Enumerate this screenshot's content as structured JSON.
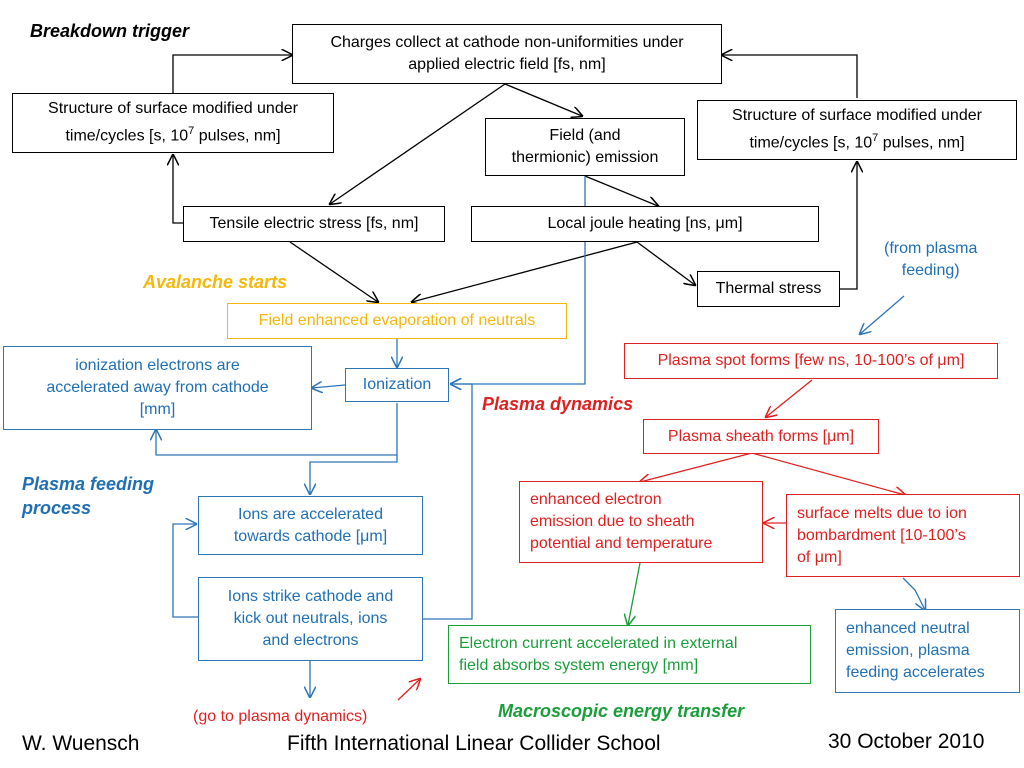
{
  "labels": {
    "breakdown_trigger": "Breakdown trigger",
    "avalanche_starts": "Avalanche starts",
    "plasma_dynamics": "Plasma dynamics",
    "plasma_feeding_line1": "Plasma feeding",
    "plasma_feeding_line2": "process",
    "macroscopic": "Macroscopic energy transfer"
  },
  "boxes": {
    "charges_l1": "Charges collect at cathode non-uniformities under",
    "charges_l2": "applied electric field [fs, nm]",
    "surface_left_l1": "Structure of surface modified under",
    "surface_left_l2_pre": "time/cycles [s, 10",
    "surface_left_sup": "7",
    "surface_left_l2_post": " pulses, nm]",
    "field_emission_l1": "Field (and",
    "field_emission_l2": "thermionic) emission",
    "surface_right_l1": "Structure of surface modified under",
    "surface_right_l2_pre": "time/cycles [s, 10",
    "surface_right_sup": "7",
    "surface_right_l2_post": " pulses, nm]",
    "tensile": "Tensile electric stress [fs, nm]",
    "joule": "Local joule heating [ns, μm]",
    "thermal": "Thermal stress",
    "evaporation": "Field enhanced evaporation of neutrals",
    "ionization": "Ionization",
    "ionization_electrons_l1": "ionization electrons are",
    "ionization_electrons_l2": "accelerated away from cathode",
    "ionization_electrons_l3": "[mm]",
    "ions_accelerated_l1": "Ions are accelerated",
    "ions_accelerated_l2": "towards cathode [μm]",
    "ions_strike_l1": "Ions strike cathode and",
    "ions_strike_l2": "kick out neutrals, ions",
    "ions_strike_l3": "and electrons",
    "plasma_spot": "Plasma spot forms [few ns, 10-100’s of μm]",
    "plasma_sheath": "Plasma sheath forms [μm]",
    "enhanced_electron_l1": "enhanced electron",
    "enhanced_electron_l2": "emission due to sheath",
    "enhanced_electron_l3": "potential and temperature",
    "surface_melts_l1": "surface melts due to ion",
    "surface_melts_l2": "bombardment [10-100’s",
    "surface_melts_l3": "of μm]",
    "electron_current_l1": "Electron current accelerated in external",
    "electron_current_l2": "field absorbs system energy [mm]",
    "enhanced_neutral_l1": "enhanced neutral",
    "enhanced_neutral_l2": "emission, plasma",
    "enhanced_neutral_l3": "feeding accelerates"
  },
  "notes": {
    "from_plasma_l1": "(from plasma",
    "from_plasma_l2": "feeding)",
    "go_to_plasma": "(go to plasma dynamics)"
  },
  "footer": {
    "author": "W. Wuensch",
    "event": "Fifth International Linear Collider School",
    "date": "30 October 2010"
  },
  "colors": {
    "black": "#000000",
    "blue": "#2e75b6",
    "red": "#e02020",
    "green": "#1a9e3a",
    "yellow": "#f5b70a"
  }
}
